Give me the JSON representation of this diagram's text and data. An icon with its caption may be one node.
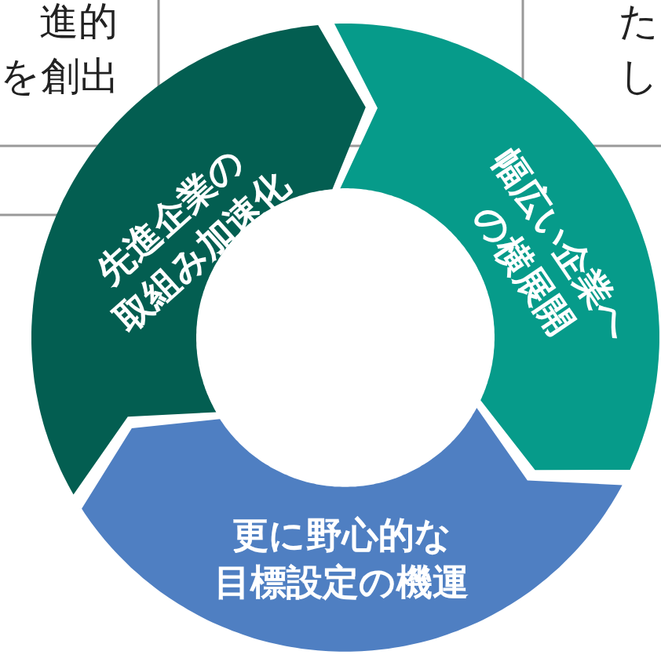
{
  "diagram": {
    "nodes": [
      {
        "text": [
          "先進企業の取組み加速化"
        ]
      },
      {
        "text": [
          "幅広い企業への横展開"
        ]
      },
      {
        "text": [
          "更に野心的な目標設定の機運"
        ]
      }
    ],
    "labels": [
      "進的を創出",
      "たし"
    ]
  }
}
